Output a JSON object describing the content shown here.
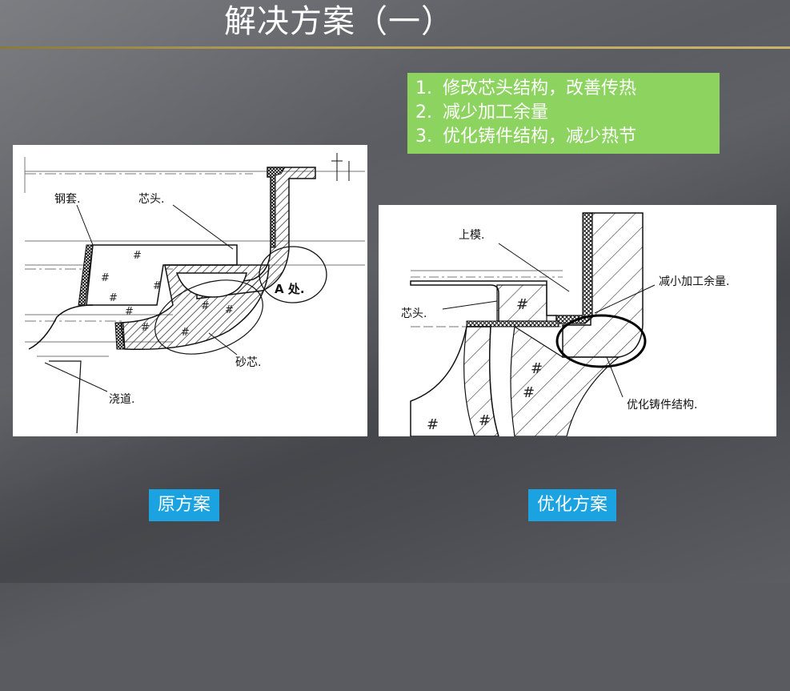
{
  "title": "解决方案（一）",
  "points": [
    {
      "num": "1.",
      "text": "修改芯头结构，改善传热"
    },
    {
      "num": "2.",
      "text": "减少加工余量"
    },
    {
      "num": "3.",
      "text": "优化铸件结构，减少热节"
    }
  ],
  "left_diagram": {
    "labels": {
      "steel_sleeve": "钢套.",
      "core_head": "芯头.",
      "zone_a": "A 处.",
      "sand_core": "砂芯.",
      "runner": "浇道."
    }
  },
  "right_diagram": {
    "labels": {
      "upper_mold": "上模.",
      "core_head": "芯头.",
      "reduce_allowance": "减小加工余量.",
      "optimize_structure": "优化铸件结构."
    }
  },
  "captions": {
    "original": "原方案",
    "optimized": "优化方案"
  },
  "colors": {
    "points_bg": "#8dd35f",
    "caption_bg": "#1aa3e0"
  }
}
